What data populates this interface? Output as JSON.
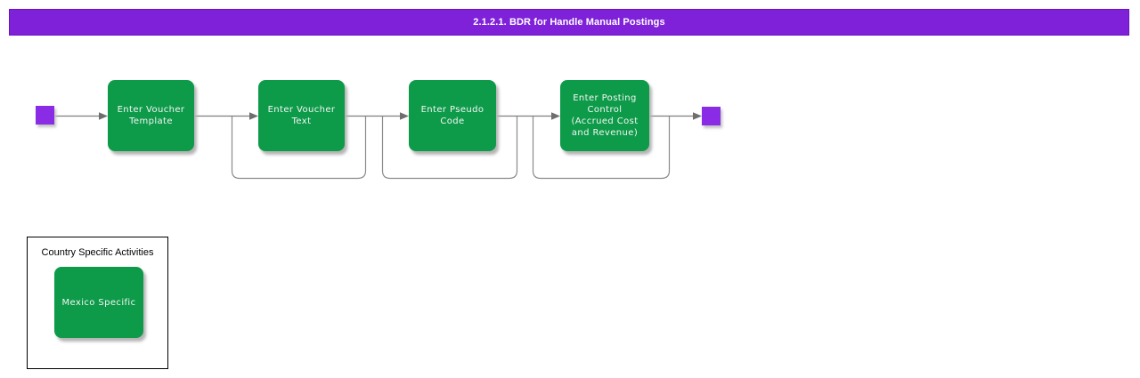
{
  "title_bar": {
    "text": "2.1.2.1. BDR for Handle Manual Postings"
  },
  "colors": {
    "title_bar_purple": "#7F21D8",
    "marker_purple": "#8A2BE6",
    "activity_green": "#0D9B49",
    "connector_gray": "#7F7F7F"
  },
  "flow": {
    "start_marker": "start",
    "end_marker": "end",
    "steps": [
      {
        "label": "Enter Voucher\nTemplate",
        "loop": false
      },
      {
        "label": "Enter Voucher\nText",
        "loop": true
      },
      {
        "label": "Enter Pseudo\nCode",
        "loop": true
      },
      {
        "label": "Enter Posting\nControl\n(Accrued Cost\nand Revenue)",
        "loop": true
      }
    ]
  },
  "group": {
    "label": "Country Specific Activities",
    "items": [
      {
        "label": "Mexico Specific"
      }
    ]
  }
}
